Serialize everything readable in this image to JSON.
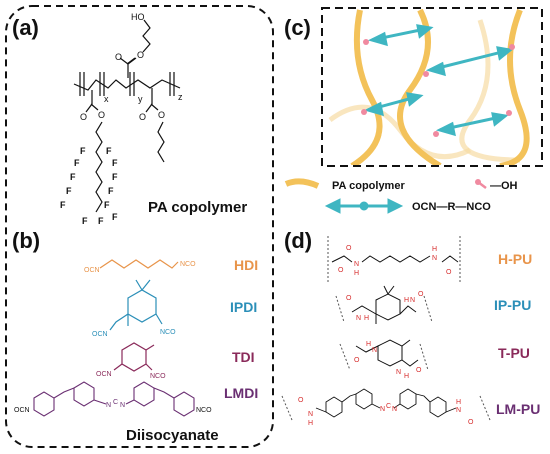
{
  "panels": {
    "a": "(a)",
    "b": "(b)",
    "c": "(c)",
    "d": "(d)"
  },
  "panel_a": {
    "title": "PA copolymer",
    "subscripts": {
      "x": "x",
      "y": "y",
      "z": "z"
    },
    "atoms": {
      "o": "O",
      "ho": "HO",
      "f": "F"
    }
  },
  "panel_b": {
    "title": "Diisocyanate",
    "hdi_label": "HDI",
    "ipdi_label": "IPDI",
    "tdi_label": "TDI",
    "lmdi_label": "LMDI",
    "ocn": "OCN",
    "nco": "NCO",
    "n": "N",
    "c": "C"
  },
  "panel_c": {
    "legend_copolymer": "PA copolymer",
    "legend_oh": "—OH",
    "legend_nco": "OCN—R—NCO"
  },
  "panel_d": {
    "hpu_label": "H-PU",
    "ippu_label": "IP-PU",
    "tpu_label": "T-PU",
    "lmpu_label": "LM-PU",
    "o": "O",
    "n": "N",
    "h": "H",
    "c": "C"
  },
  "colors": {
    "hdi": "#e8944a",
    "ipdi": "#2b8fb8",
    "tdi": "#8a2a5a",
    "lmdi": "#6a2f72",
    "urethane": "#d62b2b",
    "copolymer": "#f3c25a",
    "oh_group": "#f08aa0",
    "nco_group": "#3fb6c2"
  }
}
